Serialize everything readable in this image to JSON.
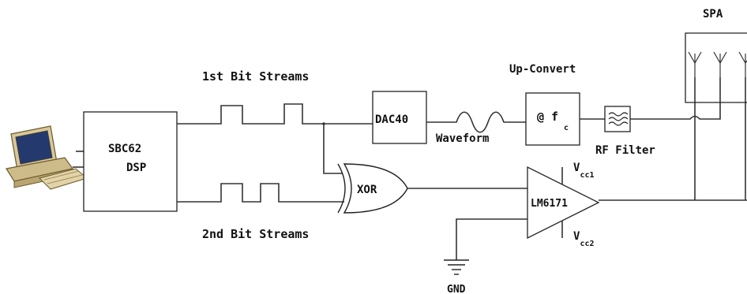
{
  "diagram": {
    "computer": {
      "icon": "desktop-computer-icon"
    },
    "dsp_block": {
      "line1": "SBC62",
      "line2": "DSP"
    },
    "first_stream_label": "1st Bit Streams",
    "second_stream_label": "2nd Bit Streams",
    "dac_label": "DAC40",
    "waveform_label": "Waveform",
    "upconvert_title": "Up-Convert",
    "upconvert_symbol": "@ f",
    "upconvert_subscript": "c",
    "rf_filter_label": "RF Filter",
    "xor_label": "XOR",
    "amplifier_label": "LM6171",
    "vcc1_base": "V",
    "vcc1_sub": "cc1",
    "vcc2_base": "V",
    "vcc2_sub": "cc2",
    "gnd_label": "GND",
    "spa_label": "SPA"
  }
}
